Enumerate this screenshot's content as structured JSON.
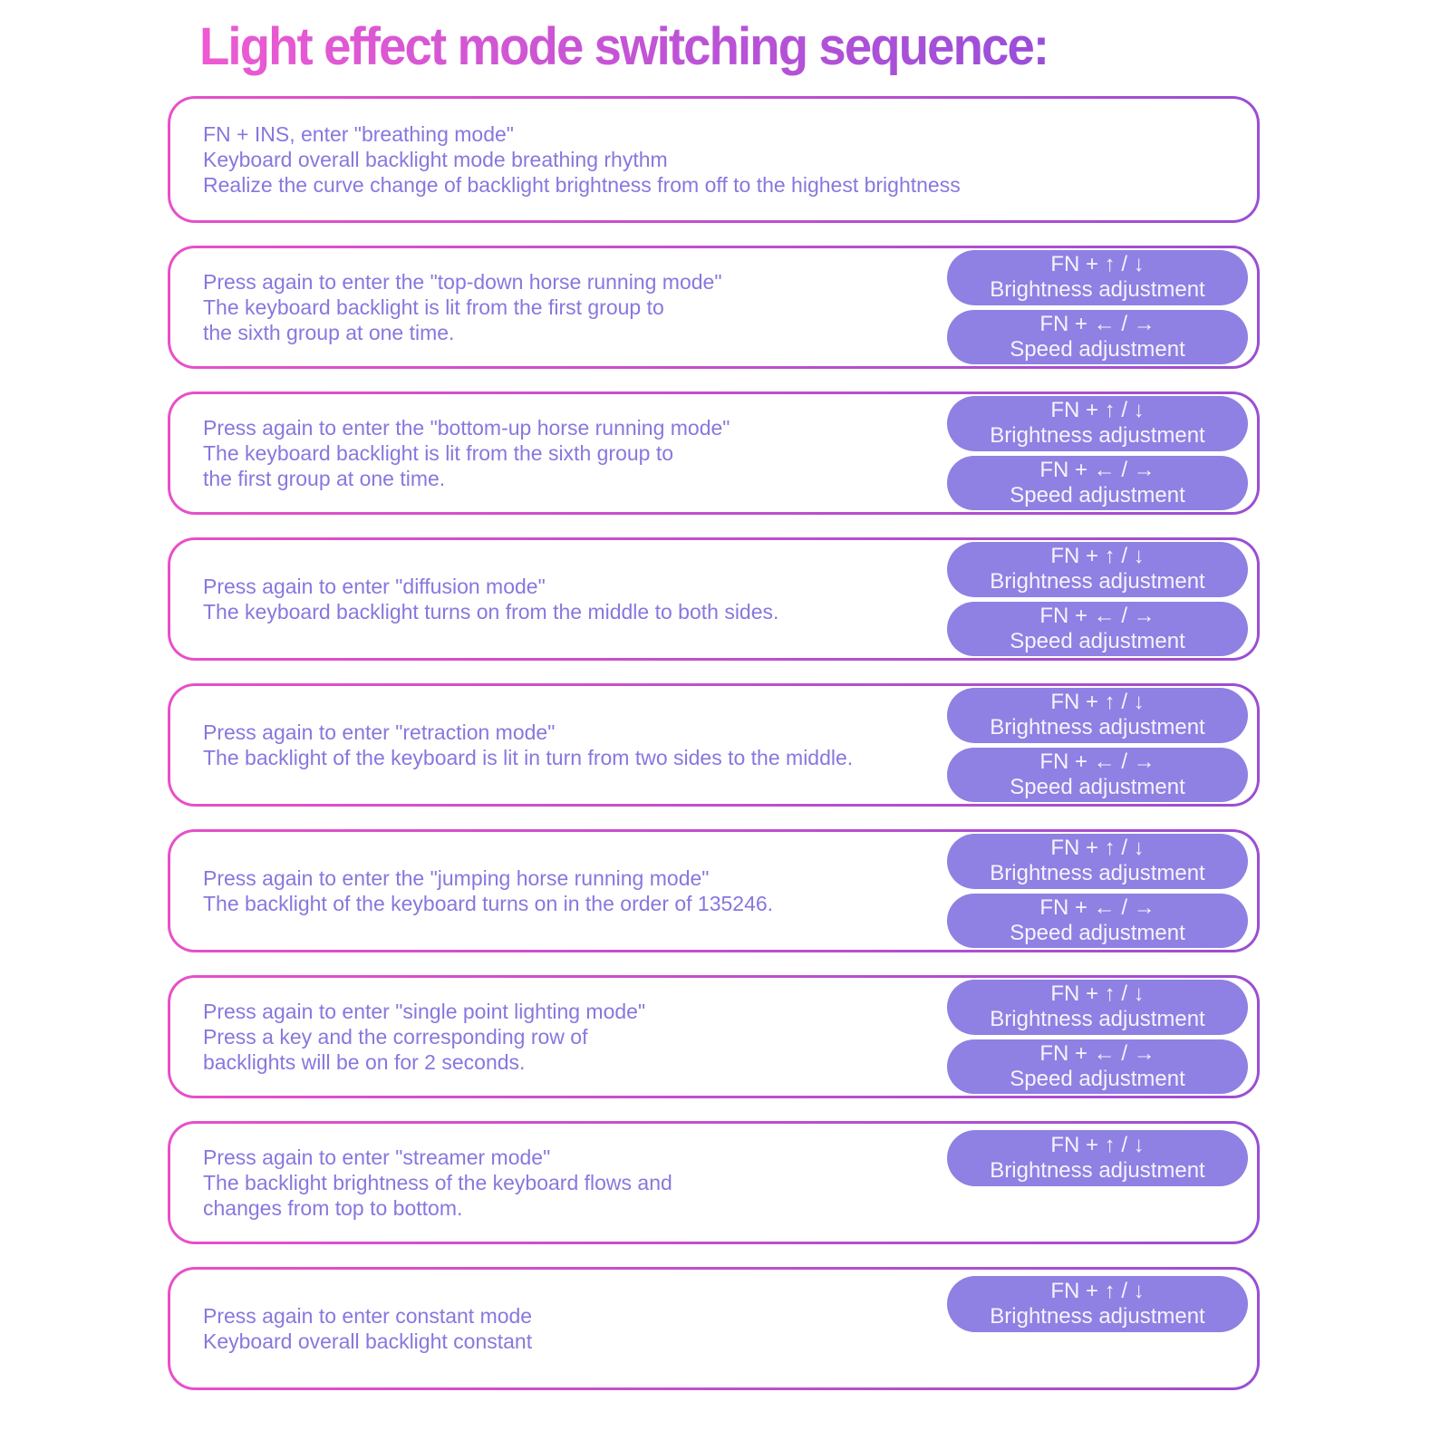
{
  "title": "Light effect mode switching sequence:",
  "colors": {
    "title_gradient_start": "#ee5ad2",
    "title_gradient_end": "#9a4ed8",
    "card_border_gradient_start": "#e94fc8",
    "card_border_gradient_end": "#9b4ed3",
    "pill_background": "#8f80e3",
    "pill_text": "#f6f3fc",
    "body_text": "#8678de",
    "page_background": "#ffffff"
  },
  "key_buttons": {
    "brightness": {
      "keys": "FN + ↑ / ↓",
      "label": "Brightness adjustment"
    },
    "speed": {
      "keys": "FN + ← / →",
      "label": "Speed adjustment"
    }
  },
  "sections": [
    {
      "lines": [
        "FN + INS, enter \"breathing mode\"",
        "Keyboard overall backlight mode breathing rhythm",
        "Realize the curve change of backlight brightness from off to the highest brightness"
      ],
      "buttons": []
    },
    {
      "lines": [
        "Press again to enter the \"top-down horse running mode\"",
        "The keyboard backlight is lit from the first group to",
        "the sixth group at one time."
      ],
      "buttons": [
        "brightness",
        "speed"
      ]
    },
    {
      "lines": [
        "Press again to enter the \"bottom-up horse running mode\"",
        "The keyboard backlight is lit from the sixth group to",
        "the first group at one time."
      ],
      "buttons": [
        "brightness",
        "speed"
      ]
    },
    {
      "lines": [
        "Press again to enter \"diffusion mode\"",
        "The keyboard backlight turns on from the middle to both sides."
      ],
      "buttons": [
        "brightness",
        "speed"
      ]
    },
    {
      "lines": [
        "Press again to enter \"retraction mode\"",
        "The backlight of the keyboard is lit in turn from two sides to the middle."
      ],
      "buttons": [
        "brightness",
        "speed"
      ]
    },
    {
      "lines": [
        "Press again to enter the \"jumping horse running mode\"",
        "The backlight of the keyboard turns on in the order of 135246."
      ],
      "buttons": [
        "brightness",
        "speed"
      ]
    },
    {
      "lines": [
        "Press again to enter \"single point lighting mode\"",
        "Press a key and the corresponding row of",
        "backlights will be on for 2 seconds."
      ],
      "buttons": [
        "brightness",
        "speed"
      ]
    },
    {
      "lines": [
        "Press again to enter \"streamer mode\"",
        "The backlight brightness of the keyboard flows and",
        "changes from top to bottom."
      ],
      "buttons": [
        "brightness"
      ]
    },
    {
      "lines": [
        "Press again to enter constant mode",
        "Keyboard overall backlight constant"
      ],
      "buttons": [
        "brightness"
      ]
    }
  ]
}
